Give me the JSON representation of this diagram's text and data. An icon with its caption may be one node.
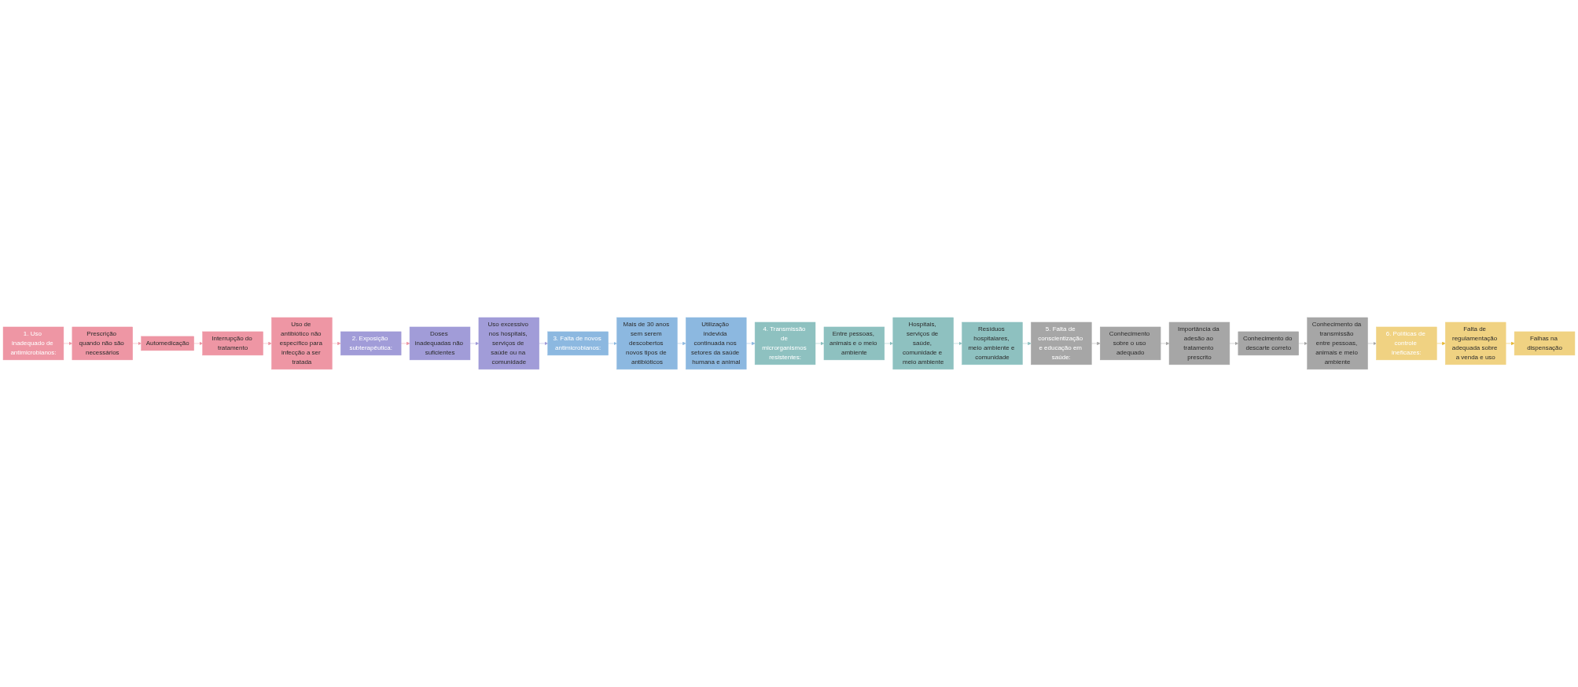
{
  "diagram": {
    "nodes": [
      {
        "text": [
          "1. Uso inadequado de antimicrobianos:"
        ]
      },
      {
        "text": [
          "Prescrição quando não são necessários"
        ]
      },
      {
        "text": [
          "Automedicação"
        ]
      },
      {
        "text": [
          "Interrupção do tratamento"
        ]
      },
      {
        "text": [
          "Uso de antibiótico não específico para infecção a ser tratada"
        ]
      },
      {
        "text": [
          "2. Exposição subterapêutica:"
        ]
      },
      {
        "text": [
          "Doses inadequadas não suficientes"
        ]
      },
      {
        "text": [
          "Uso excessivo nos hospitais, serviços de saúde ou na comunidade"
        ]
      },
      {
        "text": [
          "3. Falta de novos antimicrobianos:"
        ]
      },
      {
        "text": [
          "Mais de 30 anos sem serem descobertos novos tipos de antibióticos"
        ]
      },
      {
        "text": [
          "Utilização indevida continuada nos setores da saúde humana e animal"
        ]
      },
      {
        "text": [
          "4. Transmissão de microrganismos resistentes:"
        ]
      },
      {
        "text": [
          "Entre pessoas, animais e o meio ambiente"
        ]
      },
      {
        "text": [
          "Hospitais, serviços de saúde, comunidade e meio ambiente"
        ]
      },
      {
        "text": [
          "Resíduos hospitalares, meio ambiente e comunidade"
        ]
      },
      {
        "text": [
          "5. Falta de conscientização e educação em saúde:"
        ]
      },
      {
        "text": [
          "Conhecimento sobre o uso adequado"
        ]
      },
      {
        "text": [
          "Importância da adesão ao tratamento prescrito"
        ]
      },
      {
        "text": [
          "Conhecimento do descarte correto"
        ]
      },
      {
        "text": [
          "Conhecimento da transmissão entre pessoas, animais e meio ambiente"
        ]
      },
      {
        "text": [
          "6. Políticas de controle ineficazes:"
        ]
      },
      {
        "text": [
          "Falta de regulamentação adequada sobre a venda e uso"
        ]
      },
      {
        "text": [
          "Falhas na dispensação"
        ]
      }
    ],
    "edges": [
      {
        "from": 0,
        "to": 1,
        "arrow": "to",
        "color": "#ee96a4"
      },
      {
        "from": 1,
        "to": 2,
        "arrow": "to",
        "color": "#ee96a4"
      },
      {
        "from": 2,
        "to": 3,
        "arrow": "to",
        "color": "#ee96a4"
      },
      {
        "from": 3,
        "to": 4,
        "arrow": "to",
        "color": "#ee96a4"
      },
      {
        "from": 4,
        "to": 5,
        "arrow": "to",
        "color": "#ee96a4"
      },
      {
        "from": 5,
        "to": 6,
        "arrow": "to",
        "color": "#ee96a4"
      },
      {
        "from": 6,
        "to": 7,
        "arrow": "to",
        "color": "#a19cd8"
      },
      {
        "from": 7,
        "to": 8,
        "arrow": "to",
        "color": "#a19cd8"
      },
      {
        "from": 8,
        "to": 9,
        "arrow": "to",
        "color": "#8cb8e0"
      },
      {
        "from": 9,
        "to": 10,
        "arrow": "to",
        "color": "#8cb8e0"
      },
      {
        "from": 10,
        "to": 11,
        "arrow": "to",
        "color": "#8cb8e0"
      },
      {
        "from": 11,
        "to": 12,
        "arrow": "to",
        "color": "#8ec1c0"
      },
      {
        "from": 12,
        "to": 13,
        "arrow": "to",
        "color": "#8ec1c0"
      },
      {
        "from": 13,
        "to": 14,
        "arrow": "to",
        "color": "#8ec1c0"
      },
      {
        "from": 14,
        "to": 15,
        "arrow": "to",
        "color": "#8ec1c0"
      },
      {
        "from": 15,
        "to": 16,
        "arrow": "to",
        "color": "#a6a6a6"
      },
      {
        "from": 16,
        "to": 17,
        "arrow": "to",
        "color": "#a6a6a6"
      },
      {
        "from": 17,
        "to": 18,
        "arrow": "to",
        "color": "#a6a6a6"
      },
      {
        "from": 18,
        "to": 19,
        "arrow": "to",
        "color": "#a6a6a6"
      },
      {
        "from": 19,
        "to": 20,
        "arrow": "to",
        "color": "#a6a6a6"
      },
      {
        "from": 20,
        "to": 21,
        "arrow": "to",
        "color": "#e8b830"
      },
      {
        "from": 21,
        "to": 22,
        "arrow": "to",
        "color": "#e8b830"
      }
    ]
  }
}
